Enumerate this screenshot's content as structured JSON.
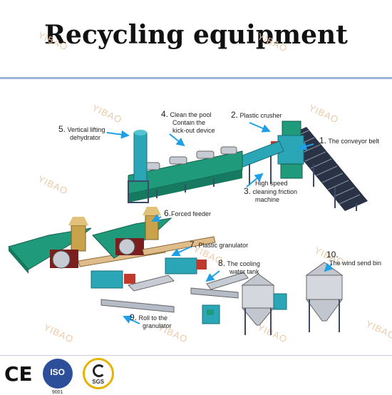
{
  "title": "Recycling equipment",
  "watermark": "YIBAO",
  "labels": [
    {
      "num": "1.",
      "text": [
        "The conveyor belt"
      ]
    },
    {
      "num": "2.",
      "text": [
        "Plastic crusher"
      ]
    },
    {
      "num": "3.",
      "text": [
        "High speed",
        "cleaning friction",
        "machine"
      ]
    },
    {
      "num": "4.",
      "text": [
        "Clean the pool",
        "Contain the",
        "kick-out device"
      ]
    },
    {
      "num": "5.",
      "text": [
        "Vertical lifting",
        "dehydrator"
      ]
    },
    {
      "num": "6.",
      "text": [
        "Forced feeder"
      ]
    },
    {
      "num": "7.",
      "text": [
        "Plastic granulator"
      ]
    },
    {
      "num": "8.",
      "text": [
        "The cooling",
        "water tank"
      ]
    },
    {
      "num": "9.",
      "text": [
        "Roll to the",
        "granulator"
      ]
    },
    {
      "num": "10.",
      "text": [
        "The wind send bin"
      ]
    }
  ],
  "certifications": {
    "ce": "CE",
    "iso": "ISO",
    "iso_number": "9001",
    "sgs": "SGS"
  },
  "colors": {
    "machine_green": "#1f9a7a",
    "machine_teal": "#2aa6b6",
    "frame": "#3b4a66",
    "arrow": "#1ea0e6",
    "watermark": "#f0c9a4",
    "accent_red": "#c0392b"
  }
}
